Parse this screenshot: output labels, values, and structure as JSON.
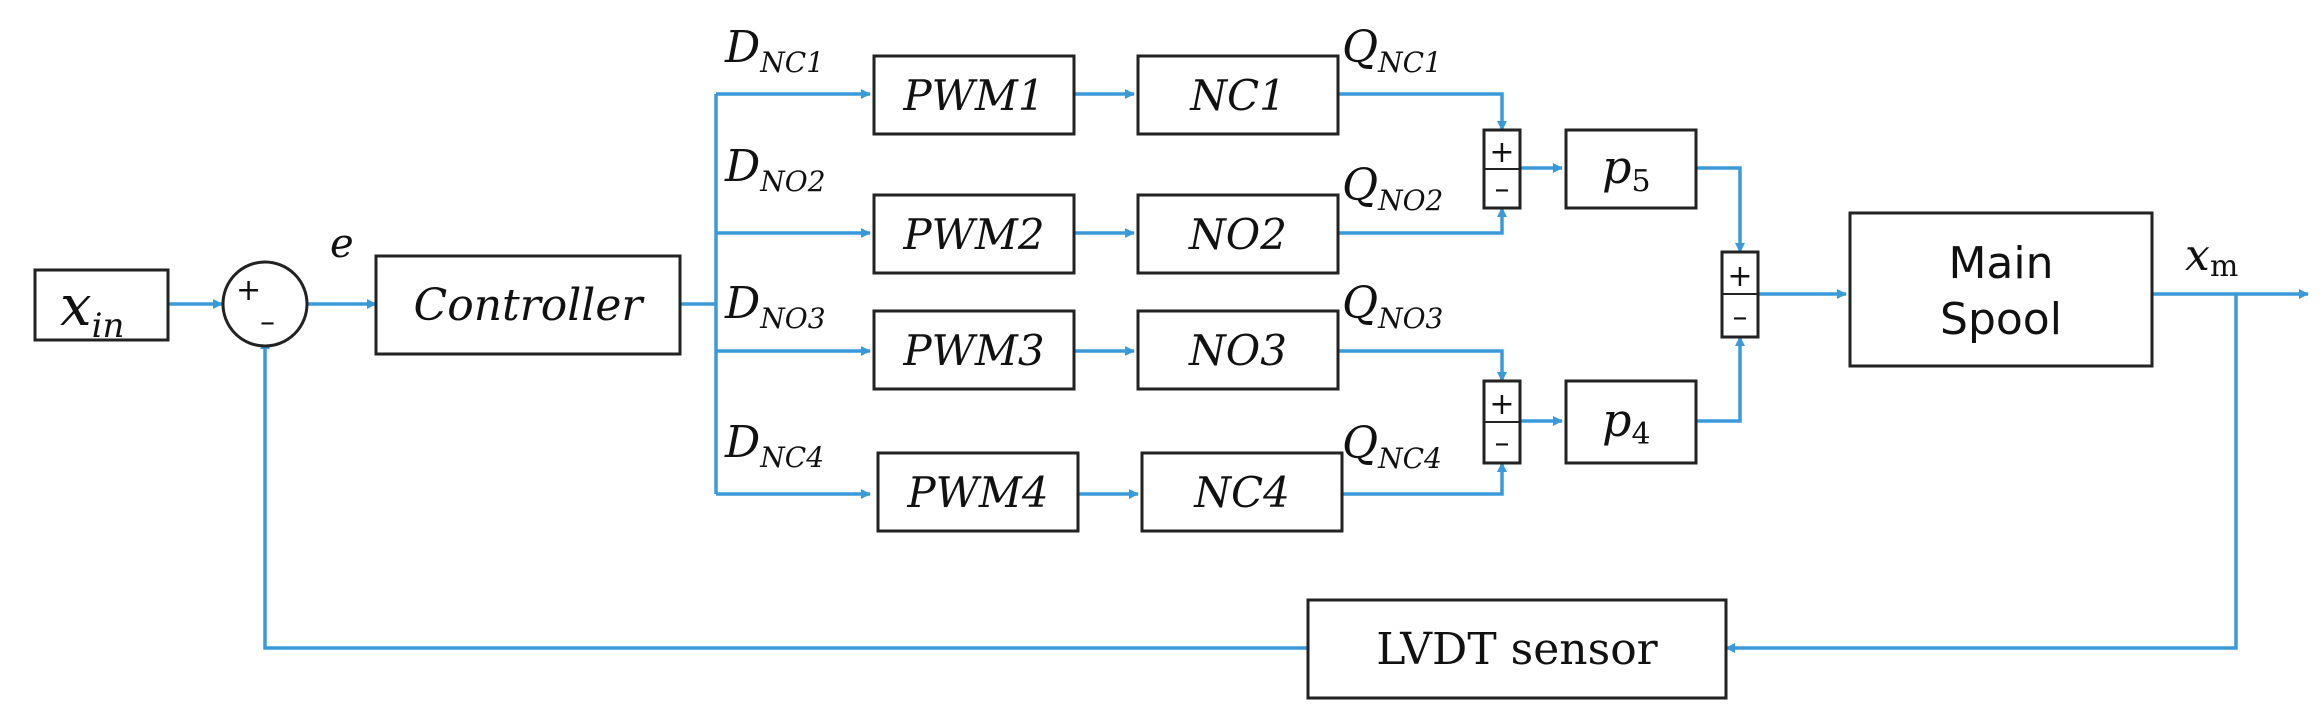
{
  "blocks": {
    "input": {
      "var": "x",
      "sub": "in"
    },
    "controller": "Controller",
    "pwm1": "PWM1",
    "pwm2": "PWM2",
    "pwm3": "PWM3",
    "pwm4": "PWM4",
    "nc1": "NC1",
    "no2": "NO2",
    "no3": "NO3",
    "nc4": "NC4",
    "p5": {
      "var": "p",
      "sub": "5"
    },
    "p4": {
      "var": "p",
      "sub": "4"
    },
    "spool_line1": "Main",
    "spool_line2": "Spool",
    "lvdt": "LVDT sensor"
  },
  "signals": {
    "error": "e",
    "d_nc1": {
      "var": "D",
      "sub": "NC1"
    },
    "d_no2": {
      "var": "D",
      "sub": "NO2"
    },
    "d_no3": {
      "var": "D",
      "sub": "NO3"
    },
    "d_nc4": {
      "var": "D",
      "sub": "NC4"
    },
    "q_nc1": {
      "var": "Q",
      "sub": "NC1"
    },
    "q_no2": {
      "var": "Q",
      "sub": "NO2"
    },
    "q_no3": {
      "var": "Q",
      "sub": "NO3"
    },
    "q_nc4": {
      "var": "Q",
      "sub": "NC4"
    },
    "output": {
      "var": "x",
      "sub": "m"
    }
  },
  "junctions": {
    "plus": "+",
    "minus": "–"
  },
  "colors": {
    "wire": "#3a9ad9",
    "block_border": "#222222"
  }
}
